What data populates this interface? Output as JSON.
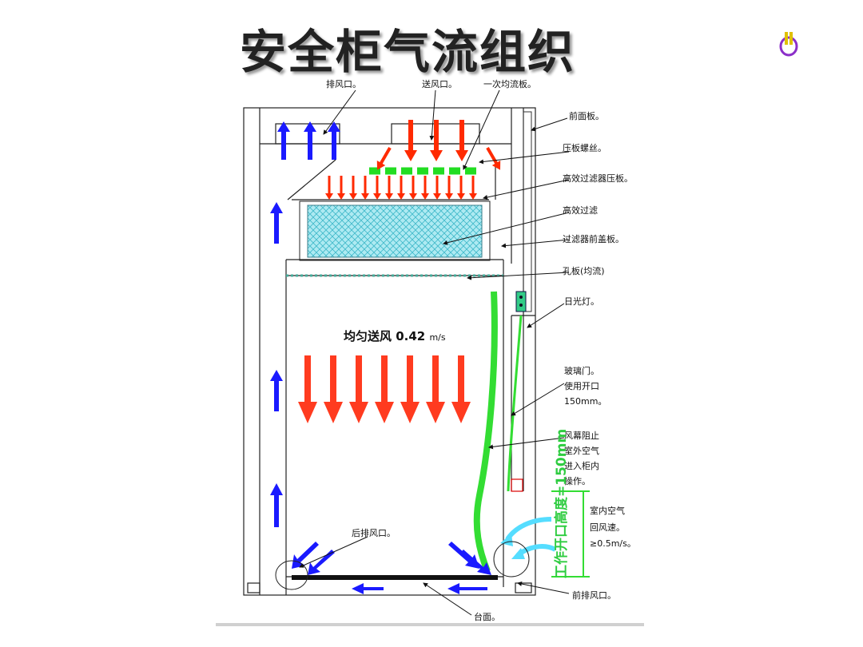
{
  "title": "安全柜气流组织",
  "labels": {
    "exhaust_port": "排风口。",
    "supply_port": "送风口。",
    "primary_diffuser": "一次均流板。",
    "front_panel": "前面板。",
    "press_screw": "压板螺丝。",
    "hepa_press_plate": "高效过滤器压板。",
    "hepa_filter": "高效过滤",
    "filter_cover": "过滤器前盖板。",
    "perforated_plate": "孔板(均流)",
    "fluorescent_lamp": "日光灯。",
    "glass_door_l1": "玻璃门。",
    "glass_door_l2": "使用开口",
    "glass_door_l3": "150mm。",
    "air_curtain_l1": "风幕阻止",
    "air_curtain_l2": "室外空气",
    "air_curtain_l3": "进入柜内",
    "air_curtain_l4": "操作。",
    "room_air_l1": "室内空气",
    "room_air_l2": "回风速。",
    "room_air_l3": "≥0.5m/s。",
    "rear_exhaust": "后排风口。",
    "front_exhaust": "前排风口。",
    "worktop": "台面。",
    "downflow": "均匀送风 0.42",
    "downflow_unit": "m/s",
    "opening_height": "工作开口高度=150mm"
  },
  "colors": {
    "up_arrow": "#1a1aff",
    "down_arrow": "#ff2a00",
    "air_curtain": "#33dd33",
    "room_air": "#55ddff",
    "hepa": "#88e0ee"
  }
}
